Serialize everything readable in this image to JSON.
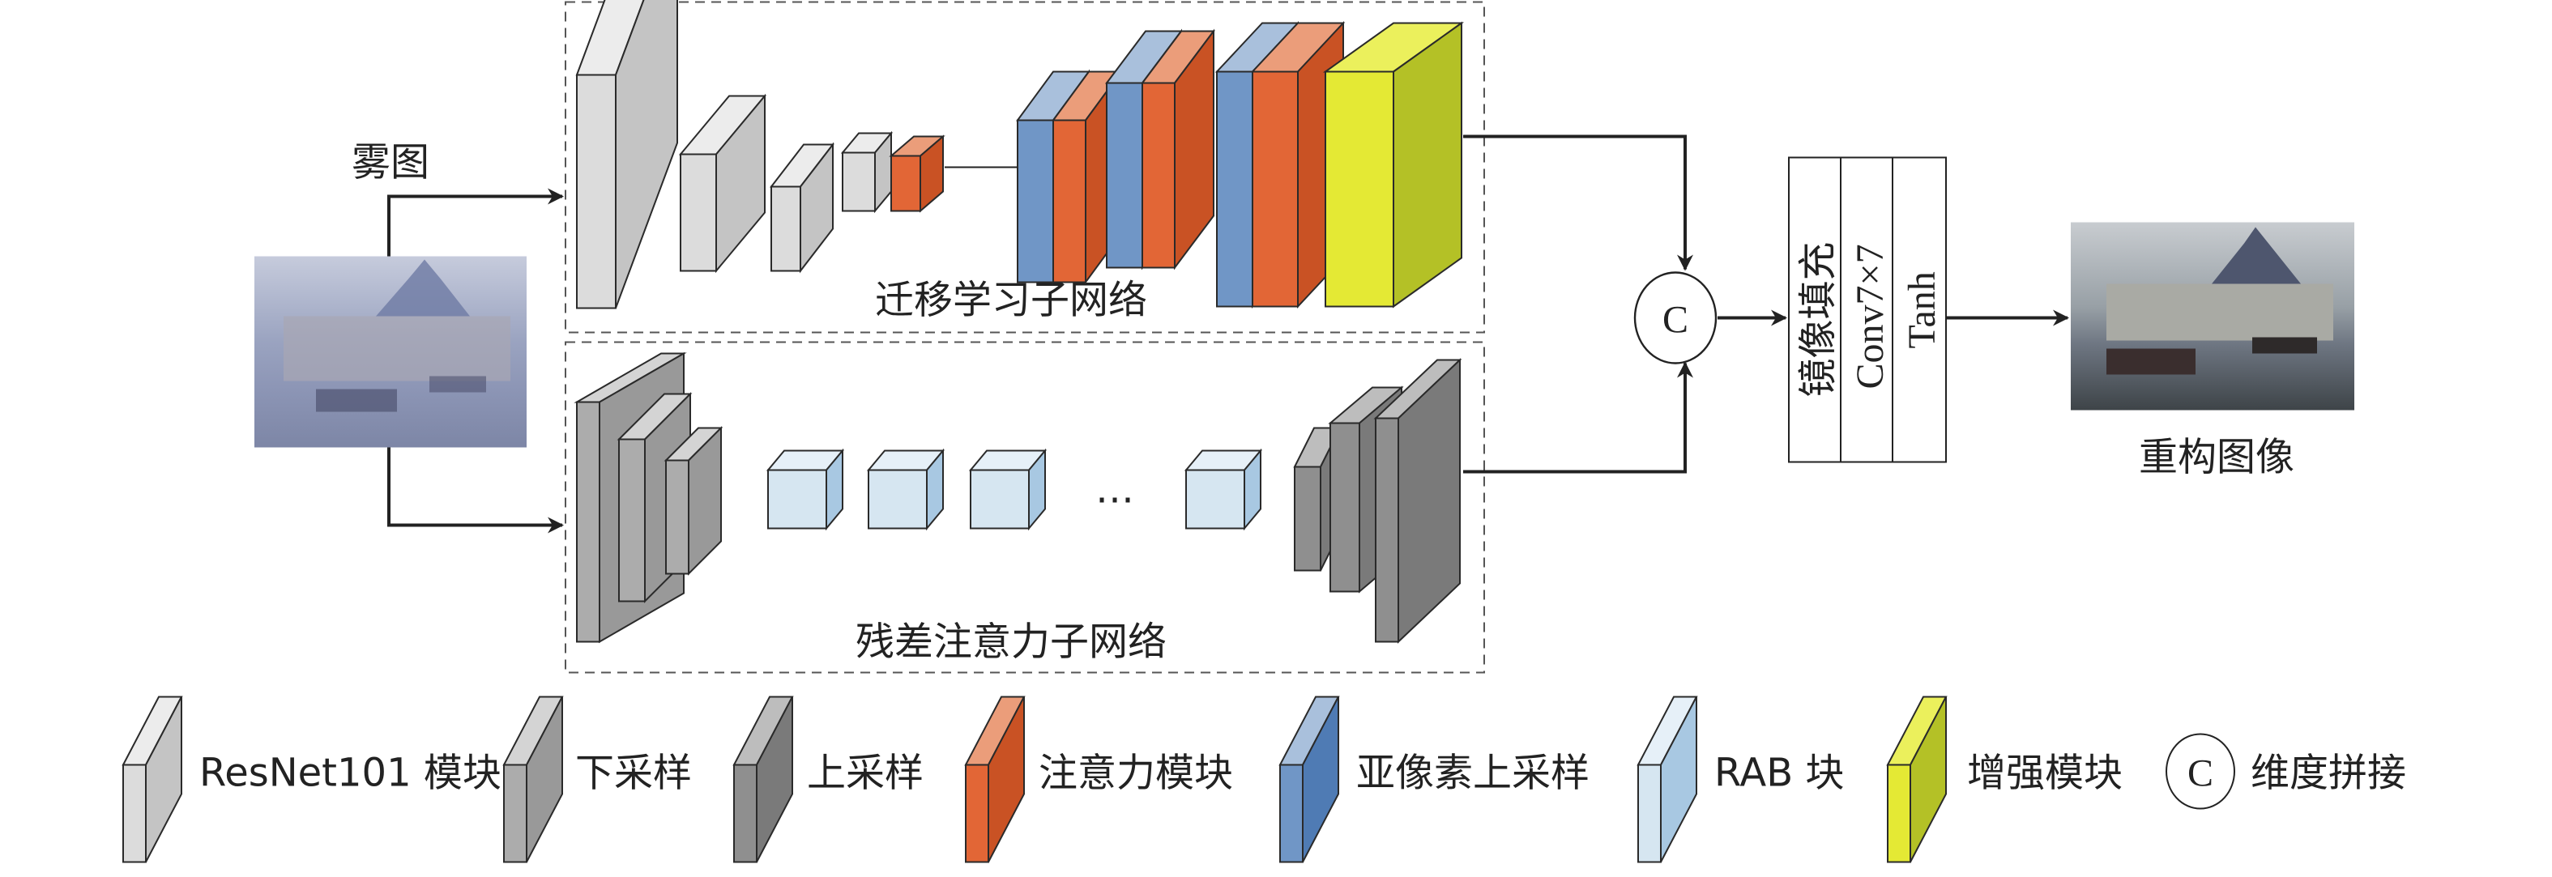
{
  "title": "Dehazing network architecture",
  "input": {
    "label": "雾图",
    "image_desc": "hazy image of pavilion and benches"
  },
  "output": {
    "label": "重构图像",
    "image_desc": "reconstructed dehazed image"
  },
  "subnets": {
    "transfer": {
      "label": "迁移学习子网络"
    },
    "residual": {
      "label": "残差注意力子网络",
      "ellipsis": "…"
    }
  },
  "concat": {
    "symbol": "C"
  },
  "tail": {
    "layers": [
      "镜像填充",
      "Conv7×7",
      "Tanh"
    ]
  },
  "legend": [
    {
      "key": "resnet",
      "label": "ResNet101 模块",
      "front": "#dcdcdc",
      "top": "#ececec",
      "side": "#c4c4c4"
    },
    {
      "key": "down",
      "label": "下采样",
      "front": "#acacac",
      "top": "#d4d4d4",
      "side": "#999999"
    },
    {
      "key": "up",
      "label": "上采样",
      "front": "#8f8f8f",
      "top": "#bdbdbd",
      "side": "#7a7a7a"
    },
    {
      "key": "attn",
      "label": "注意力模块",
      "front": "#e26636",
      "top": "#eb9d7a",
      "side": "#c95224"
    },
    {
      "key": "subpix",
      "label": "亚像素上采样",
      "front": "#7096c6",
      "top": "#a9c0dc",
      "side": "#4f7bb4"
    },
    {
      "key": "rab",
      "label": "RAB 块",
      "front": "#d6e6f1",
      "top": "#e6f0f8",
      "side": "#a8c8e2"
    },
    {
      "key": "enh",
      "label": "增强模块",
      "front": "#e4e934",
      "top": "#ebf05c",
      "side": "#b4c126"
    },
    {
      "key": "concat",
      "label": "维度拼接",
      "symbol": "C"
    }
  ]
}
